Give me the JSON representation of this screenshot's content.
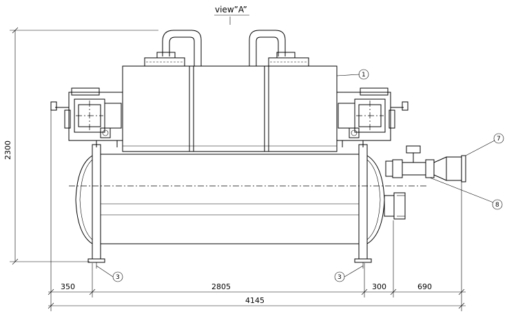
{
  "view_label": "view”A”",
  "dimensions": {
    "height": "2300",
    "seg_left": "350",
    "seg_main": "2805",
    "seg_300": "300",
    "seg_690": "690",
    "total": "4145"
  },
  "callouts": {
    "c1": "1",
    "c3_left": "3",
    "c3_right": "3",
    "c7": "7",
    "c8": "8"
  }
}
